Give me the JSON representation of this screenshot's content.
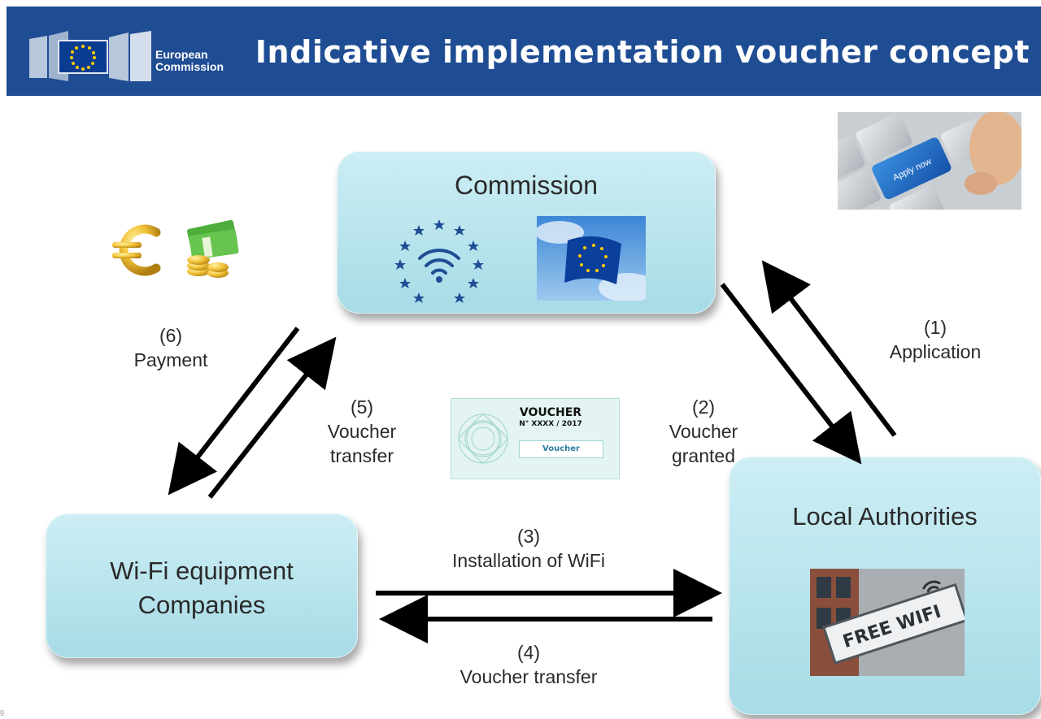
{
  "header": {
    "logo_line1": "European",
    "logo_line2": "Commission",
    "title": "Indicative implementation voucher concept"
  },
  "nodes": {
    "commission": "Commission",
    "wifi_companies_line1": "Wi-Fi equipment",
    "wifi_companies_line2": "Companies",
    "local_authorities": "Local Authorities"
  },
  "steps": [
    {
      "number": "(1)",
      "label": "Application"
    },
    {
      "number": "(2)",
      "label_line1": "Voucher",
      "label_line2": "granted"
    },
    {
      "number": "(3)",
      "label": "Installation of WiFi"
    },
    {
      "number": "(4)",
      "label": "Voucher transfer"
    },
    {
      "number": "(5)",
      "label_line1": "Voucher",
      "label_line2": "transfer"
    },
    {
      "number": "(6)",
      "label": "Payment"
    }
  ],
  "voucher_card": {
    "title": "VOUCHER",
    "number": "N° XXXX / 2017",
    "badge": "Voucher"
  },
  "photos": {
    "keyboard_key_text": "Apply now",
    "free_wifi_sign_text": "FREE WIFI"
  },
  "icons": [
    "eu-flag-icon",
    "wifi-stars-icon",
    "euro-icon",
    "cash-icon"
  ],
  "colors": {
    "header_bg": "#1f4d94",
    "box_fill": "#b9e5ee",
    "arrow": "#000000",
    "eu_blue": "#003399",
    "eu_gold": "#ffcc00"
  },
  "corner_mark": "g"
}
